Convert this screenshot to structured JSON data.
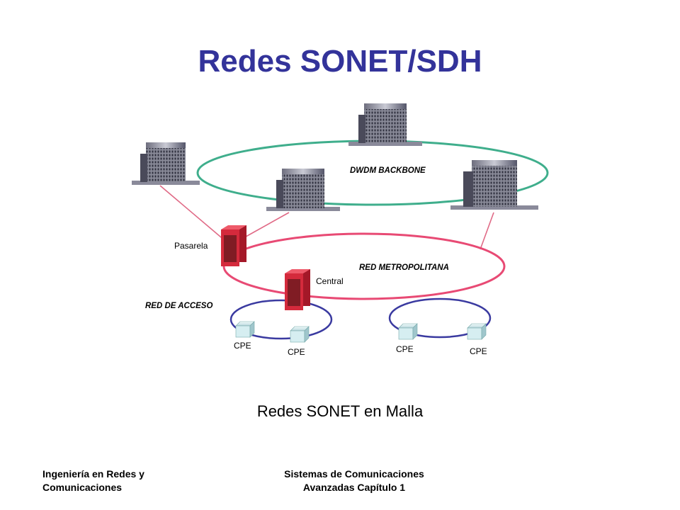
{
  "title": "Redes SONET/SDH",
  "diagram": {
    "rings": {
      "backbone": "DWDM BACKBONE",
      "metro": "RED METROPOLITANA",
      "access": "RED DE ACCESO"
    },
    "nodes": {
      "gateway": "Pasarela",
      "central": "Central",
      "cpe": "CPE"
    },
    "colors": {
      "backbone_ring": "#3fae8c",
      "metro_ring": "#e84a74",
      "access_ring": "#3a3aa0",
      "router": "#d42a3c",
      "link": "#e06a86"
    }
  },
  "caption": "Redes SONET en Malla",
  "footer": {
    "left_line1": "Ingeniería en Redes y",
    "left_line2": "Comunicaciones",
    "right_line1": "Sistemas de Comunicaciones",
    "right_line2": "Avanzadas   Capítulo 1"
  }
}
